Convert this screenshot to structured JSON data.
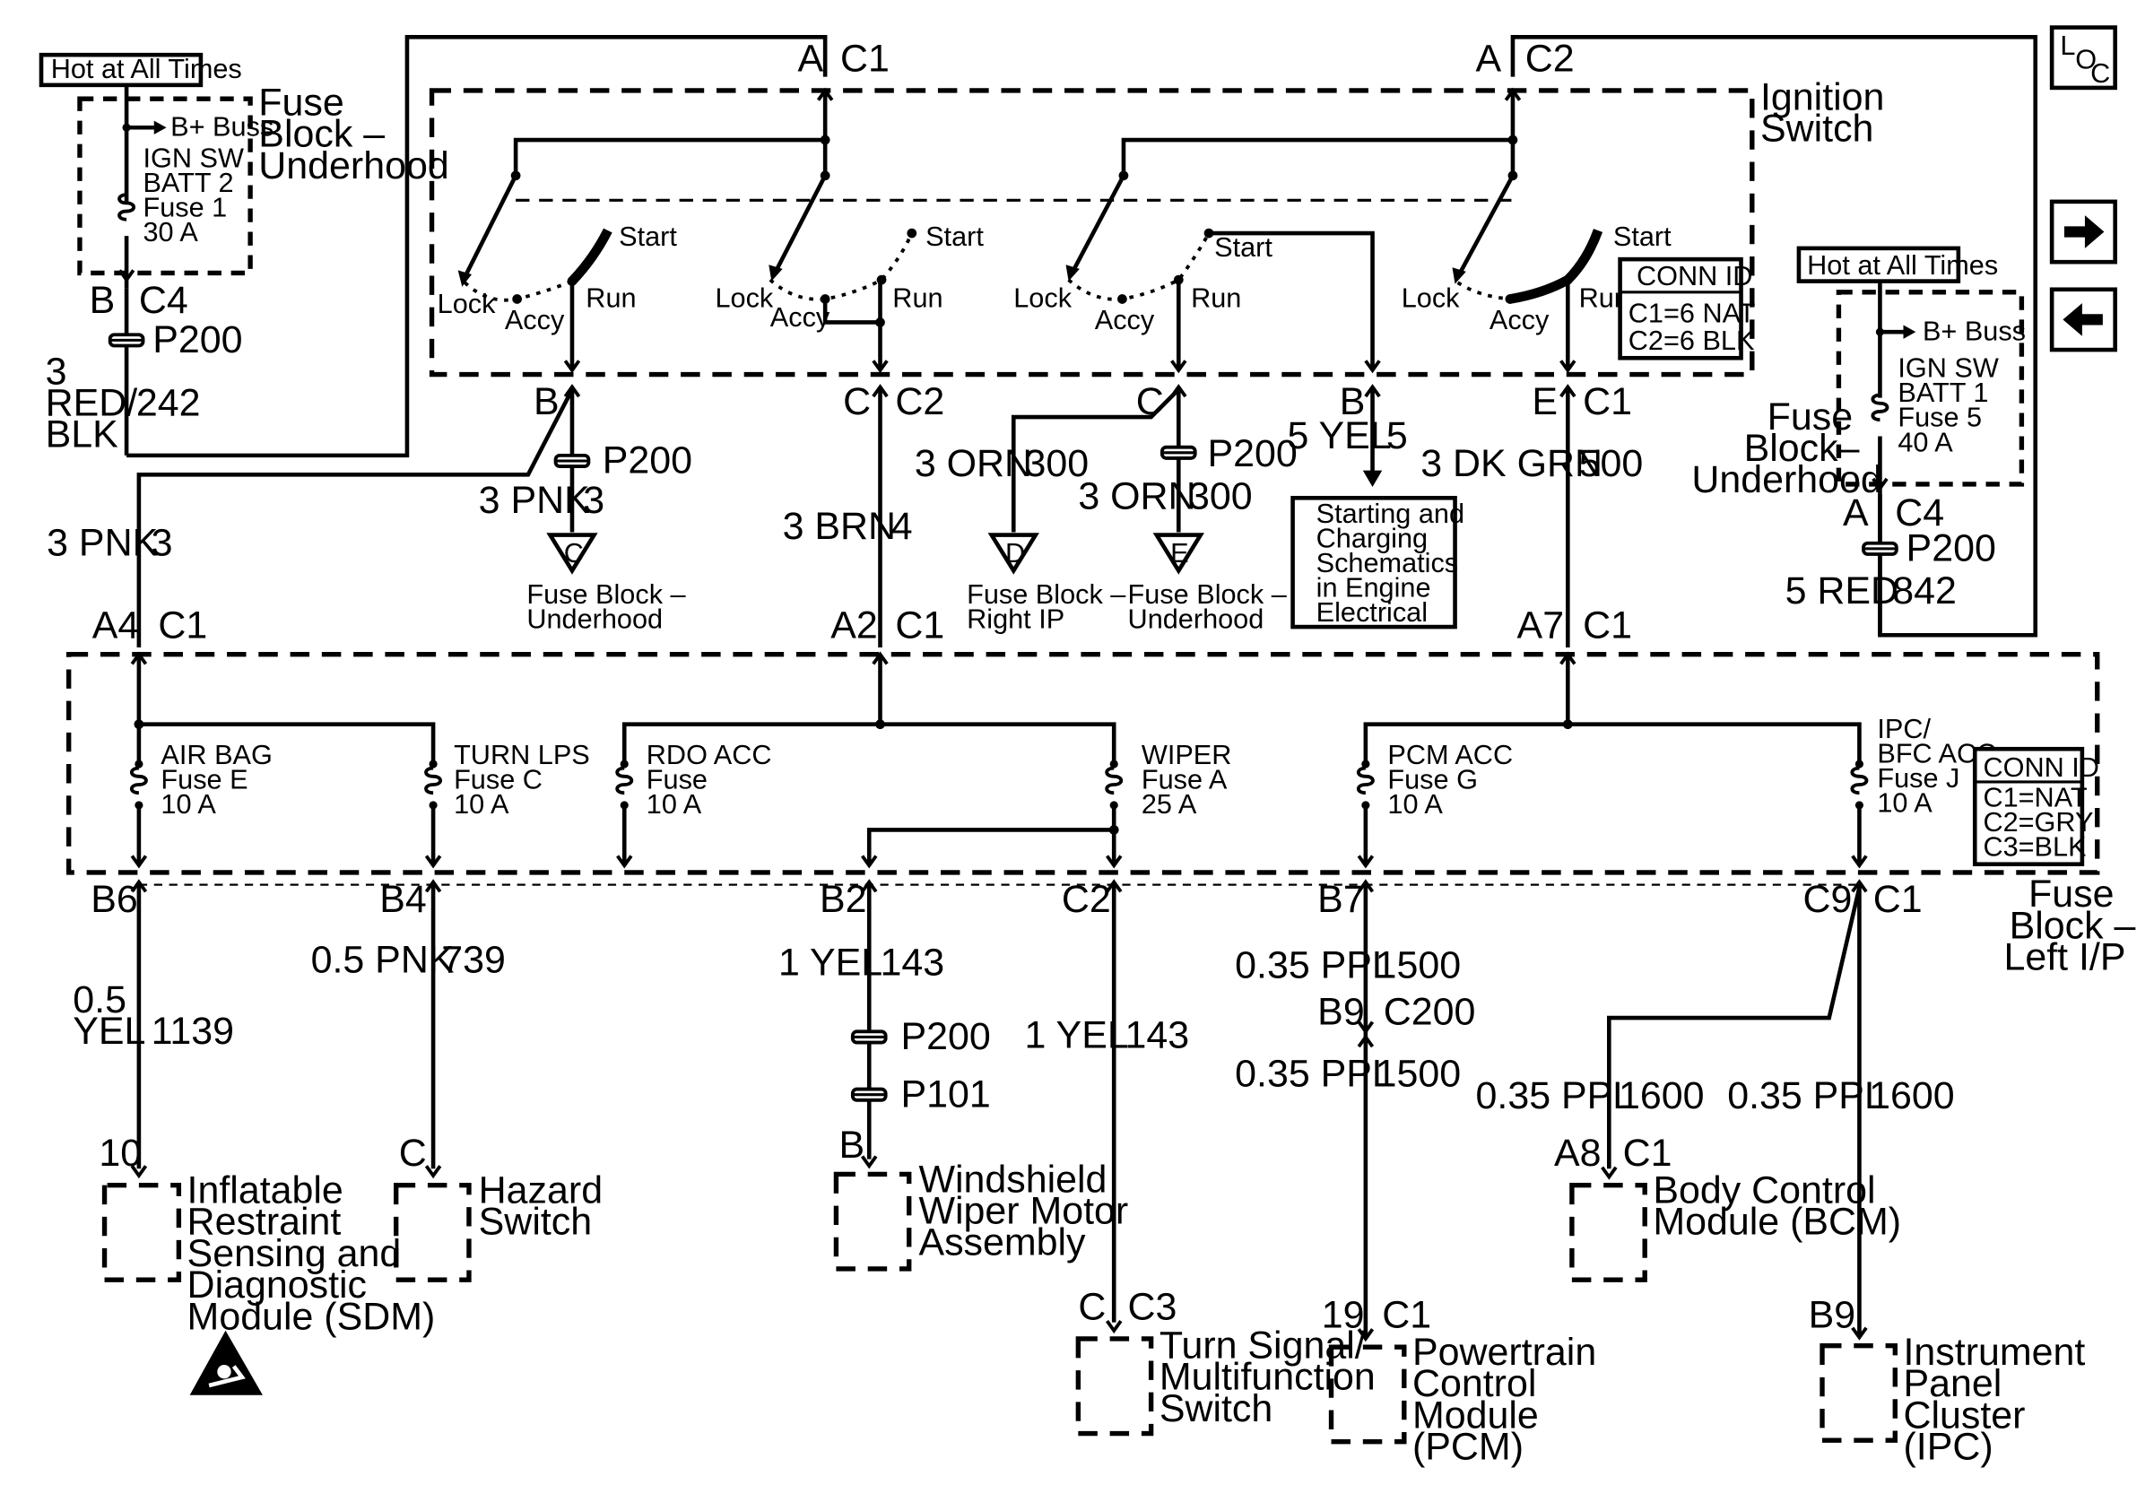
{
  "hot_labels": {
    "left": "Hot at All Times",
    "right": "Hot at All Times"
  },
  "fuse_block_underhood_left": {
    "l1": "Fuse",
    "l2": "Block –",
    "l3": "Underhood",
    "buss": "B+ Buss",
    "f1": "IGN SW",
    "f2": "BATT 2",
    "f3": "Fuse 1",
    "f4": "30 A"
  },
  "fuse_block_underhood_right": {
    "l1": "Fuse",
    "l2": "Block–",
    "l3": "Underhood",
    "buss": "B+ Buss",
    "f1": "IGN SW",
    "f2": "BATT 1",
    "f3": "Fuse 5",
    "f4": "40 A"
  },
  "ignition_switch": {
    "l1": "Ignition",
    "l2": "Switch",
    "conn_title": "CONN ID",
    "conn1": "C1=6 NAT",
    "conn2": "C2=6 BLK"
  },
  "switch_positions": {
    "start": "Start",
    "run": "Run",
    "lock": "Lock",
    "accy": "Accy"
  },
  "connectors": {
    "b_c4": "B",
    "c4": "C4",
    "p200": "P200",
    "a_c1": "A",
    "c1": "C1",
    "a_c2": "A",
    "c2": "C2",
    "a_c4": "A",
    "c4b": "C4",
    "sw_b": "B",
    "sw_c": "C",
    "sw_c2": "C2",
    "sw_c3": "C",
    "sw_b2": "B",
    "sw_e": "E",
    "sw_c1": "C1",
    "a4": "A4",
    "a4c1": "C1",
    "a2": "A2",
    "a2c1": "C1",
    "a7": "A7",
    "a7c1": "C1",
    "b6": "B6",
    "b4": "B4",
    "b2": "B2",
    "c2b": "C2",
    "b7": "B7",
    "c9": "C9",
    "c9c1": "C1",
    "b9": "B9",
    "c200": "C200",
    "p101": "P101",
    "b_wm": "B",
    "pin10": "10",
    "pin_c": "C",
    "ts_c": "C",
    "ts_c3": "C3",
    "pcm19": "19",
    "pcm_c1": "C1",
    "bcm_a8": "A8",
    "bcm_c1": "C1",
    "ipc_b9": "B9"
  },
  "wires": {
    "red_blk_gauge": "3",
    "red_blk_1": "RED/",
    "red_blk_2": "BLK",
    "red_blk_num": "242",
    "pnk_left": "3 PNK",
    "pnk_left_num": "3",
    "pnk_mid": "3 PNK",
    "pnk_mid_num": "3",
    "brn": "3 BRN",
    "brn_num": "4",
    "orn1": "3 ORN",
    "orn1_num": "300",
    "orn2": "3 ORN",
    "orn2_num": "300",
    "yel5": "5 YEL",
    "yel5_num": "5",
    "dkgrn": "3 DK GRN",
    "dkgrn_num": "500",
    "red5": "5 RED",
    "red5_num": "842",
    "yel05_1": "0.5",
    "yel05_2": "YEL",
    "yel05_num": "1139",
    "pnk05": "0.5 PNK",
    "pnk05_num": "739",
    "yel1a": "1 YEL",
    "yel1a_num": "143",
    "yel1b": "1 YEL",
    "yel1b_num": "143",
    "ppl1": "0.35 PPL",
    "ppl1_num": "1500",
    "ppl2": "0.35 PPL",
    "ppl2_num": "1500",
    "ppl3": "0.35 PPL",
    "ppl3_num": "1600",
    "ppl4": "0.35 PPL",
    "ppl4_num": "1600"
  },
  "ref_blocks": {
    "c": "C",
    "c_l1": "Fuse Block –",
    "c_l2": "Underhood",
    "d": "D",
    "d_l1": "Fuse Block –",
    "d_l2": "Right IP",
    "e": "E",
    "e_l1": "Fuse Block –",
    "e_l2": "Underhood",
    "sc1": "Starting and",
    "sc2": "Charging",
    "sc3": "Schematics",
    "sc4": "in Engine",
    "sc5": "Electrical"
  },
  "fuse_block_ip": {
    "l1": "Fuse",
    "l2": "Block –",
    "l3": "Left I/P",
    "conn_title": "CONN ID",
    "conn1": "C1=NAT",
    "conn2": "C2=GRY",
    "conn3": "C3=BLK",
    "airbag1": "AIR BAG",
    "airbag2": "Fuse E",
    "airbag3": "10 A",
    "turn1": "TURN LPS",
    "turn2": "Fuse C",
    "turn3": "10 A",
    "rdo1": "RDO ACC",
    "rdo2": "Fuse",
    "rdo3": "10 A",
    "wiper1": "WIPER",
    "wiper2": "Fuse A",
    "wiper3": "25 A",
    "pcm1": "PCM ACC",
    "pcm2": "Fuse G",
    "pcm3": "10 A",
    "ipc1": "IPC/",
    "ipc2": "BFC ACC",
    "ipc3": "Fuse J",
    "ipc4": "10 A"
  },
  "components": {
    "sdm1": "Inflatable",
    "sdm2": "Restraint",
    "sdm3": "Sensing and",
    "sdm4": "Diagnostic",
    "sdm5": "Module (SDM)",
    "haz1": "Hazard",
    "haz2": "Switch",
    "wm1": "Windshield",
    "wm2": "Wiper Motor",
    "wm3": "Assembly",
    "ts1": "Turn Signal/",
    "ts2": "Multifunction",
    "ts3": "Switch",
    "pcm1": "Powertrain",
    "pcm2": "Control",
    "pcm3": "Module",
    "pcm4": "(PCM)",
    "bcm1": "Body Control",
    "bcm2": "Module (BCM)",
    "ipc1": "Instrument",
    "ipc2": "Panel",
    "ipc3": "Cluster",
    "ipc4": "(IPC)"
  },
  "nav": {
    "loc_l": "L",
    "loc_o": "O",
    "loc_c": "C",
    "next_icon": "arrow-right-icon",
    "prev_icon": "arrow-left-icon"
  }
}
